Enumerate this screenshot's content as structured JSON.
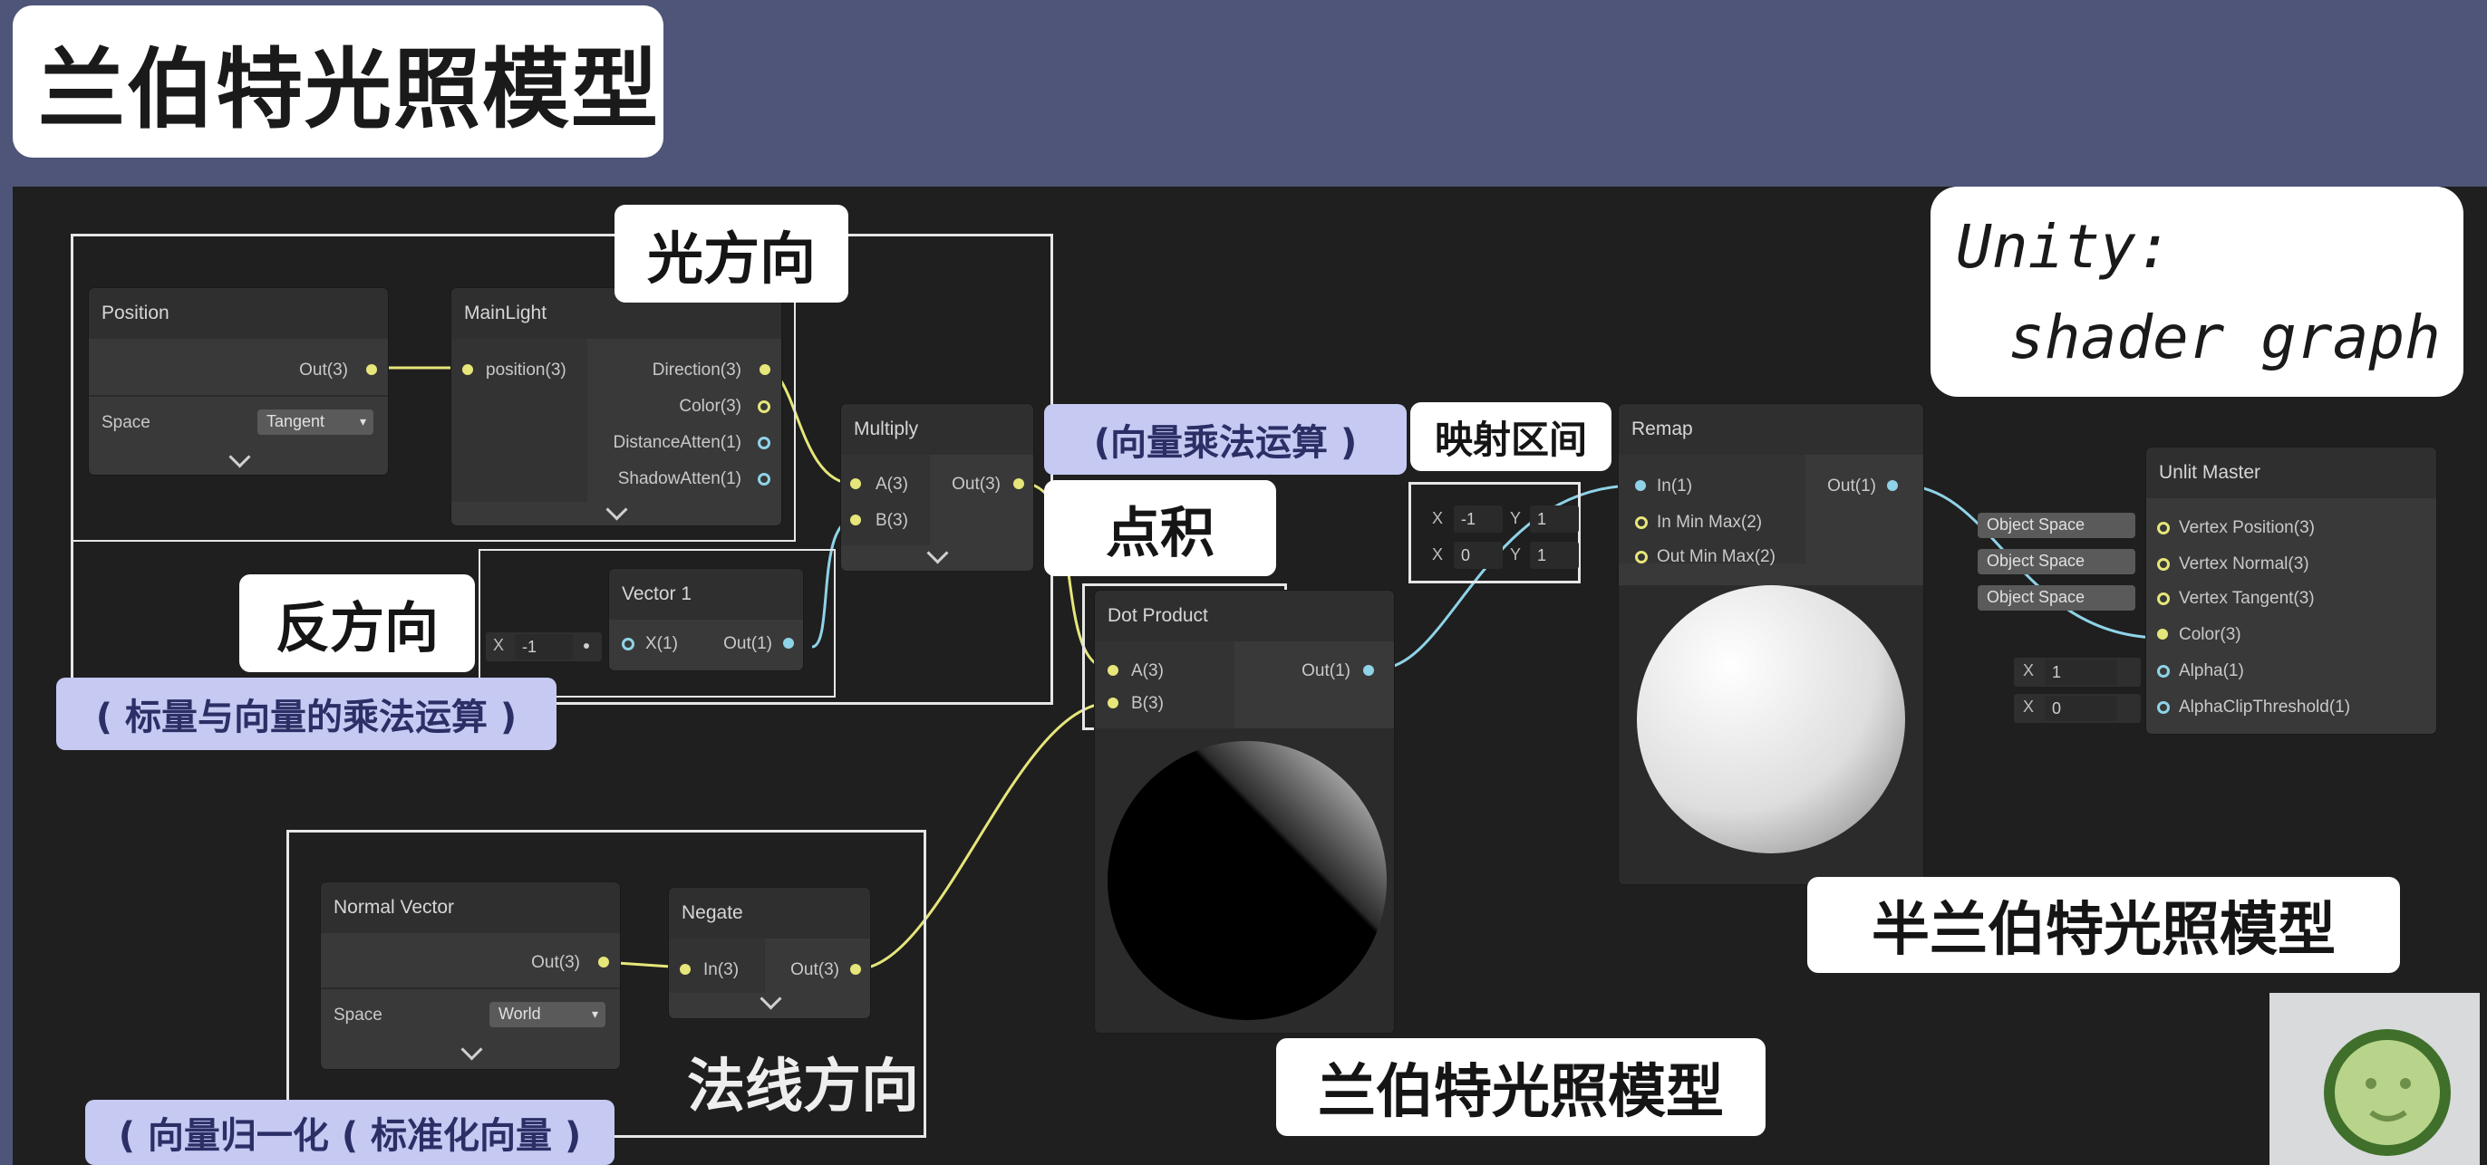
{
  "page_title": "兰伯特光照模型",
  "annotations": {
    "light_direction": "光方向",
    "reverse_direction": "反方向",
    "scalar_vector_mult": "( 标量与向量的乘法运算 )",
    "vector_mult": "(向量乘法运算 )",
    "dot_product_cn": "点积",
    "map_range": "映射区间",
    "normal_direction": "法线方向",
    "normalize": "( 向量归一化 ( 标准化向量 )",
    "lambert": "兰伯特光照模型",
    "half_lambert": "半兰伯特光照模型",
    "unity_line1": "Unity:",
    "unity_line2": "shader graph"
  },
  "nodes": {
    "position": {
      "title": "Position",
      "out": "Out(3)",
      "space_label": "Space",
      "space_value": "Tangent"
    },
    "main_light": {
      "title": "MainLight",
      "in_position": "position(3)",
      "out_direction": "Direction(3)",
      "out_color": "Color(3)",
      "out_distance": "DistanceAtten(1)",
      "out_shadow": "ShadowAtten(1)"
    },
    "multiply": {
      "title": "Multiply",
      "in_a": "A(3)",
      "in_b": "B(3)",
      "out": "Out(3)"
    },
    "vector1": {
      "title": "Vector 1",
      "x_label": "X",
      "x_value": "-1",
      "in_x": "X(1)",
      "out": "Out(1)"
    },
    "dot_product": {
      "title": "Dot Product",
      "in_a": "A(3)",
      "in_b": "B(3)",
      "out": "Out(1)"
    },
    "remap": {
      "title": "Remap",
      "in": "In(1)",
      "in_min_max": "In Min Max(2)",
      "out_min_max": "Out Min Max(2)",
      "out": "Out(1)",
      "in_x_label": "X",
      "in_x": "-1",
      "in_y_label": "Y",
      "in_y": "1",
      "out_x_label": "X",
      "out_x": "0",
      "out_y_label": "Y",
      "out_y": "1"
    },
    "unlit_master": {
      "title": "Unlit Master",
      "vertex_position": "Vertex Position(3)",
      "vertex_normal": "Vertex Normal(3)",
      "vertex_tangent": "Vertex Tangent(3)",
      "color": "Color(3)",
      "alpha": "Alpha(1)",
      "alpha_clip": "AlphaClipThreshold(1)",
      "object_space": "Object Space",
      "alpha_x_label": "X",
      "alpha_value": "1",
      "clip_x_label": "X",
      "clip_value": "0"
    },
    "normal_vector": {
      "title": "Normal Vector",
      "out": "Out(3)",
      "space_label": "Space",
      "space_value": "World"
    },
    "negate": {
      "title": "Negate",
      "in": "In(3)",
      "out": "Out(3)"
    }
  },
  "colors": {
    "wire_vector3": "#e6e67a",
    "wire_vector1": "#8fd3e8",
    "canvas": "#1f1f1f",
    "banner": "#4e5578"
  }
}
